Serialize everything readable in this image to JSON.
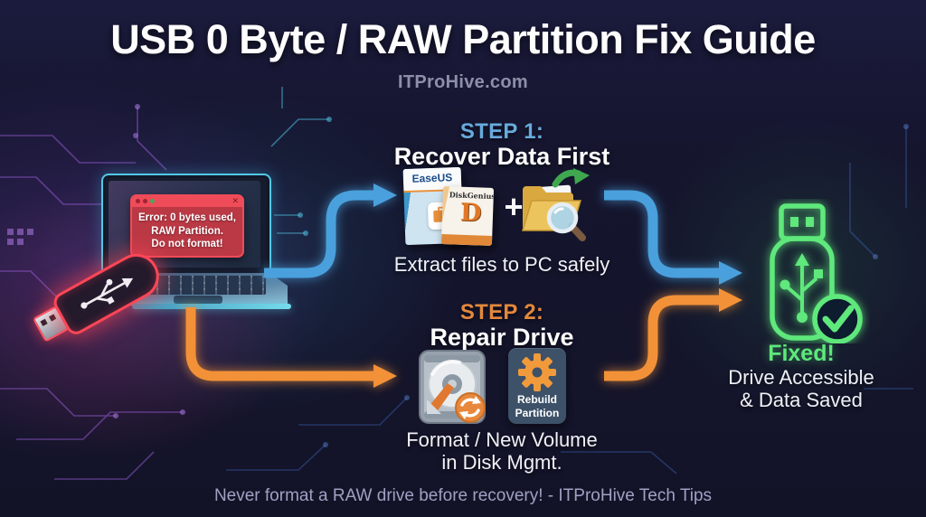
{
  "header": {
    "title": "USB 0 Byte / RAW Partition Fix Guide",
    "subtitle": "ITProHive.com"
  },
  "laptop_error": {
    "line1": "Error: 0 bytes used,",
    "line2": "RAW Partition.",
    "line3": "Do not format!"
  },
  "step1": {
    "label": "STEP 1:",
    "title": "Recover Data First",
    "box1_brand": "EaseUS",
    "box2_brand": "DiskGenius",
    "box2_logo": "D",
    "plus": "+",
    "caption": "Extract files to PC safely"
  },
  "step2": {
    "label": "STEP 2:",
    "title": "Repair Drive",
    "badge_line1": "Rebuild",
    "badge_line2": "Partition",
    "caption_line1": "Format / New Volume",
    "caption_line2": "in Disk Mgmt."
  },
  "result": {
    "status": "Fixed!",
    "line1": "Drive Accessible",
    "line2": "& Data Saved"
  },
  "footer": {
    "note": "Never format a RAW drive before recovery! - ITProHive Tech Tips"
  },
  "icons": {
    "close_x": "✕"
  },
  "colors": {
    "background": "#15152e",
    "arrow_blue": "#4aa0dc",
    "arrow_orange": "#f29138",
    "neon_green": "#5ee87c",
    "neon_red": "#ff4656",
    "error_header": "#ef4b58",
    "error_body": "#bb3945",
    "step1_accent": "#68aadc",
    "step2_accent": "#e2883c",
    "muted_text": "#9fa1c2"
  }
}
